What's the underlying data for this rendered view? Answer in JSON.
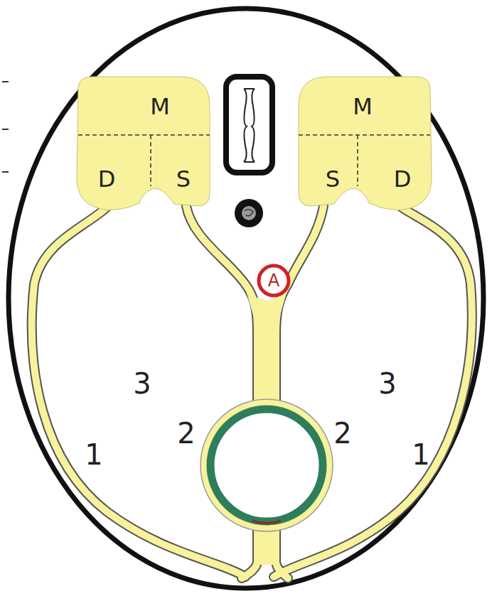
{
  "diagram": {
    "nodes": [
      {
        "text": [
          "M",
          "D",
          "S"
        ]
      },
      {
        "text": [
          "M",
          "S",
          "D"
        ]
      },
      {
        "text": [
          "A"
        ]
      }
    ],
    "labels": [
      "3",
      "3",
      "2",
      "2",
      "1",
      "1"
    ]
  }
}
